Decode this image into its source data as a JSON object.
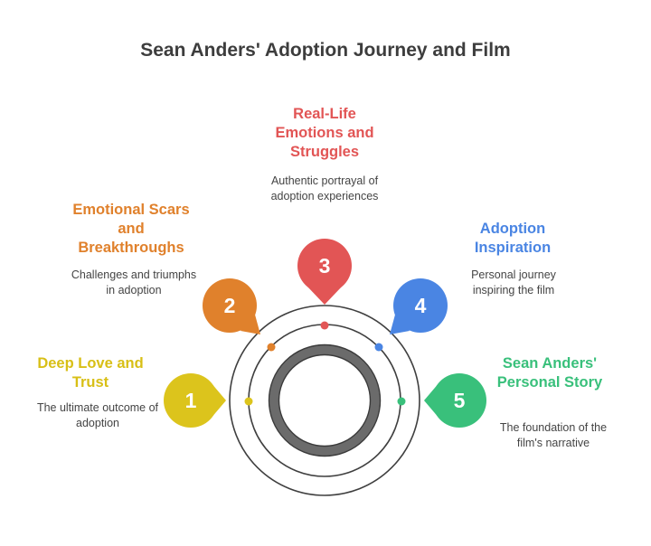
{
  "title": "Sean Anders' Adoption Journey and Film",
  "colors": {
    "step1": "#dcc41c",
    "step2": "#e0812c",
    "step3": "#e25555",
    "step4": "#4a85e3",
    "step5": "#39c07b",
    "rings": "#3f3f3f",
    "core": "#6b6b6b"
  },
  "steps": [
    {
      "number": "1",
      "heading": "Deep Love and Trust",
      "description": "The ultimate outcome of adoption"
    },
    {
      "number": "2",
      "heading": "Emotional Scars and Breakthroughs",
      "description": "Challenges and triumphs in adoption"
    },
    {
      "number": "3",
      "heading": "Real-Life Emotions and Struggles",
      "description": "Authentic portrayal of adoption experiences"
    },
    {
      "number": "4",
      "heading": "Adoption Inspiration",
      "description": "Personal journey inspiring the film"
    },
    {
      "number": "5",
      "heading": "Sean Anders' Personal Story",
      "description": "The foundation of the film's narrative"
    }
  ]
}
